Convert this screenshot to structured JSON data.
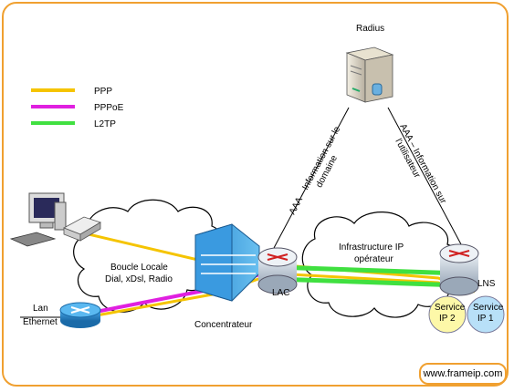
{
  "legend": [
    {
      "label": "PPP",
      "color": "#f5c400"
    },
    {
      "label": "PPPoE",
      "color": "#e020e0"
    },
    {
      "label": "L2TP",
      "color": "#40e040"
    }
  ],
  "nodes": {
    "radius": "Radius",
    "lac": "LAC",
    "lns": "LNS",
    "concentrator": "Concentrateur",
    "lan": [
      "Lan",
      "Ethernet"
    ],
    "service2": [
      "Service",
      "IP 2"
    ],
    "service1": [
      "Service",
      "IP 1"
    ]
  },
  "clouds": {
    "local_loop": [
      "Boucle Locale",
      "Dial, xDsl, Radio"
    ],
    "ip_infra": [
      "Infrastructure IP",
      "opérateur"
    ]
  },
  "aaa_left": [
    "AAA – Information sur le",
    "domaine"
  ],
  "aaa_right": [
    "AAA – Information sur",
    "l'utilisateur"
  ],
  "url": "www.frameip.com"
}
